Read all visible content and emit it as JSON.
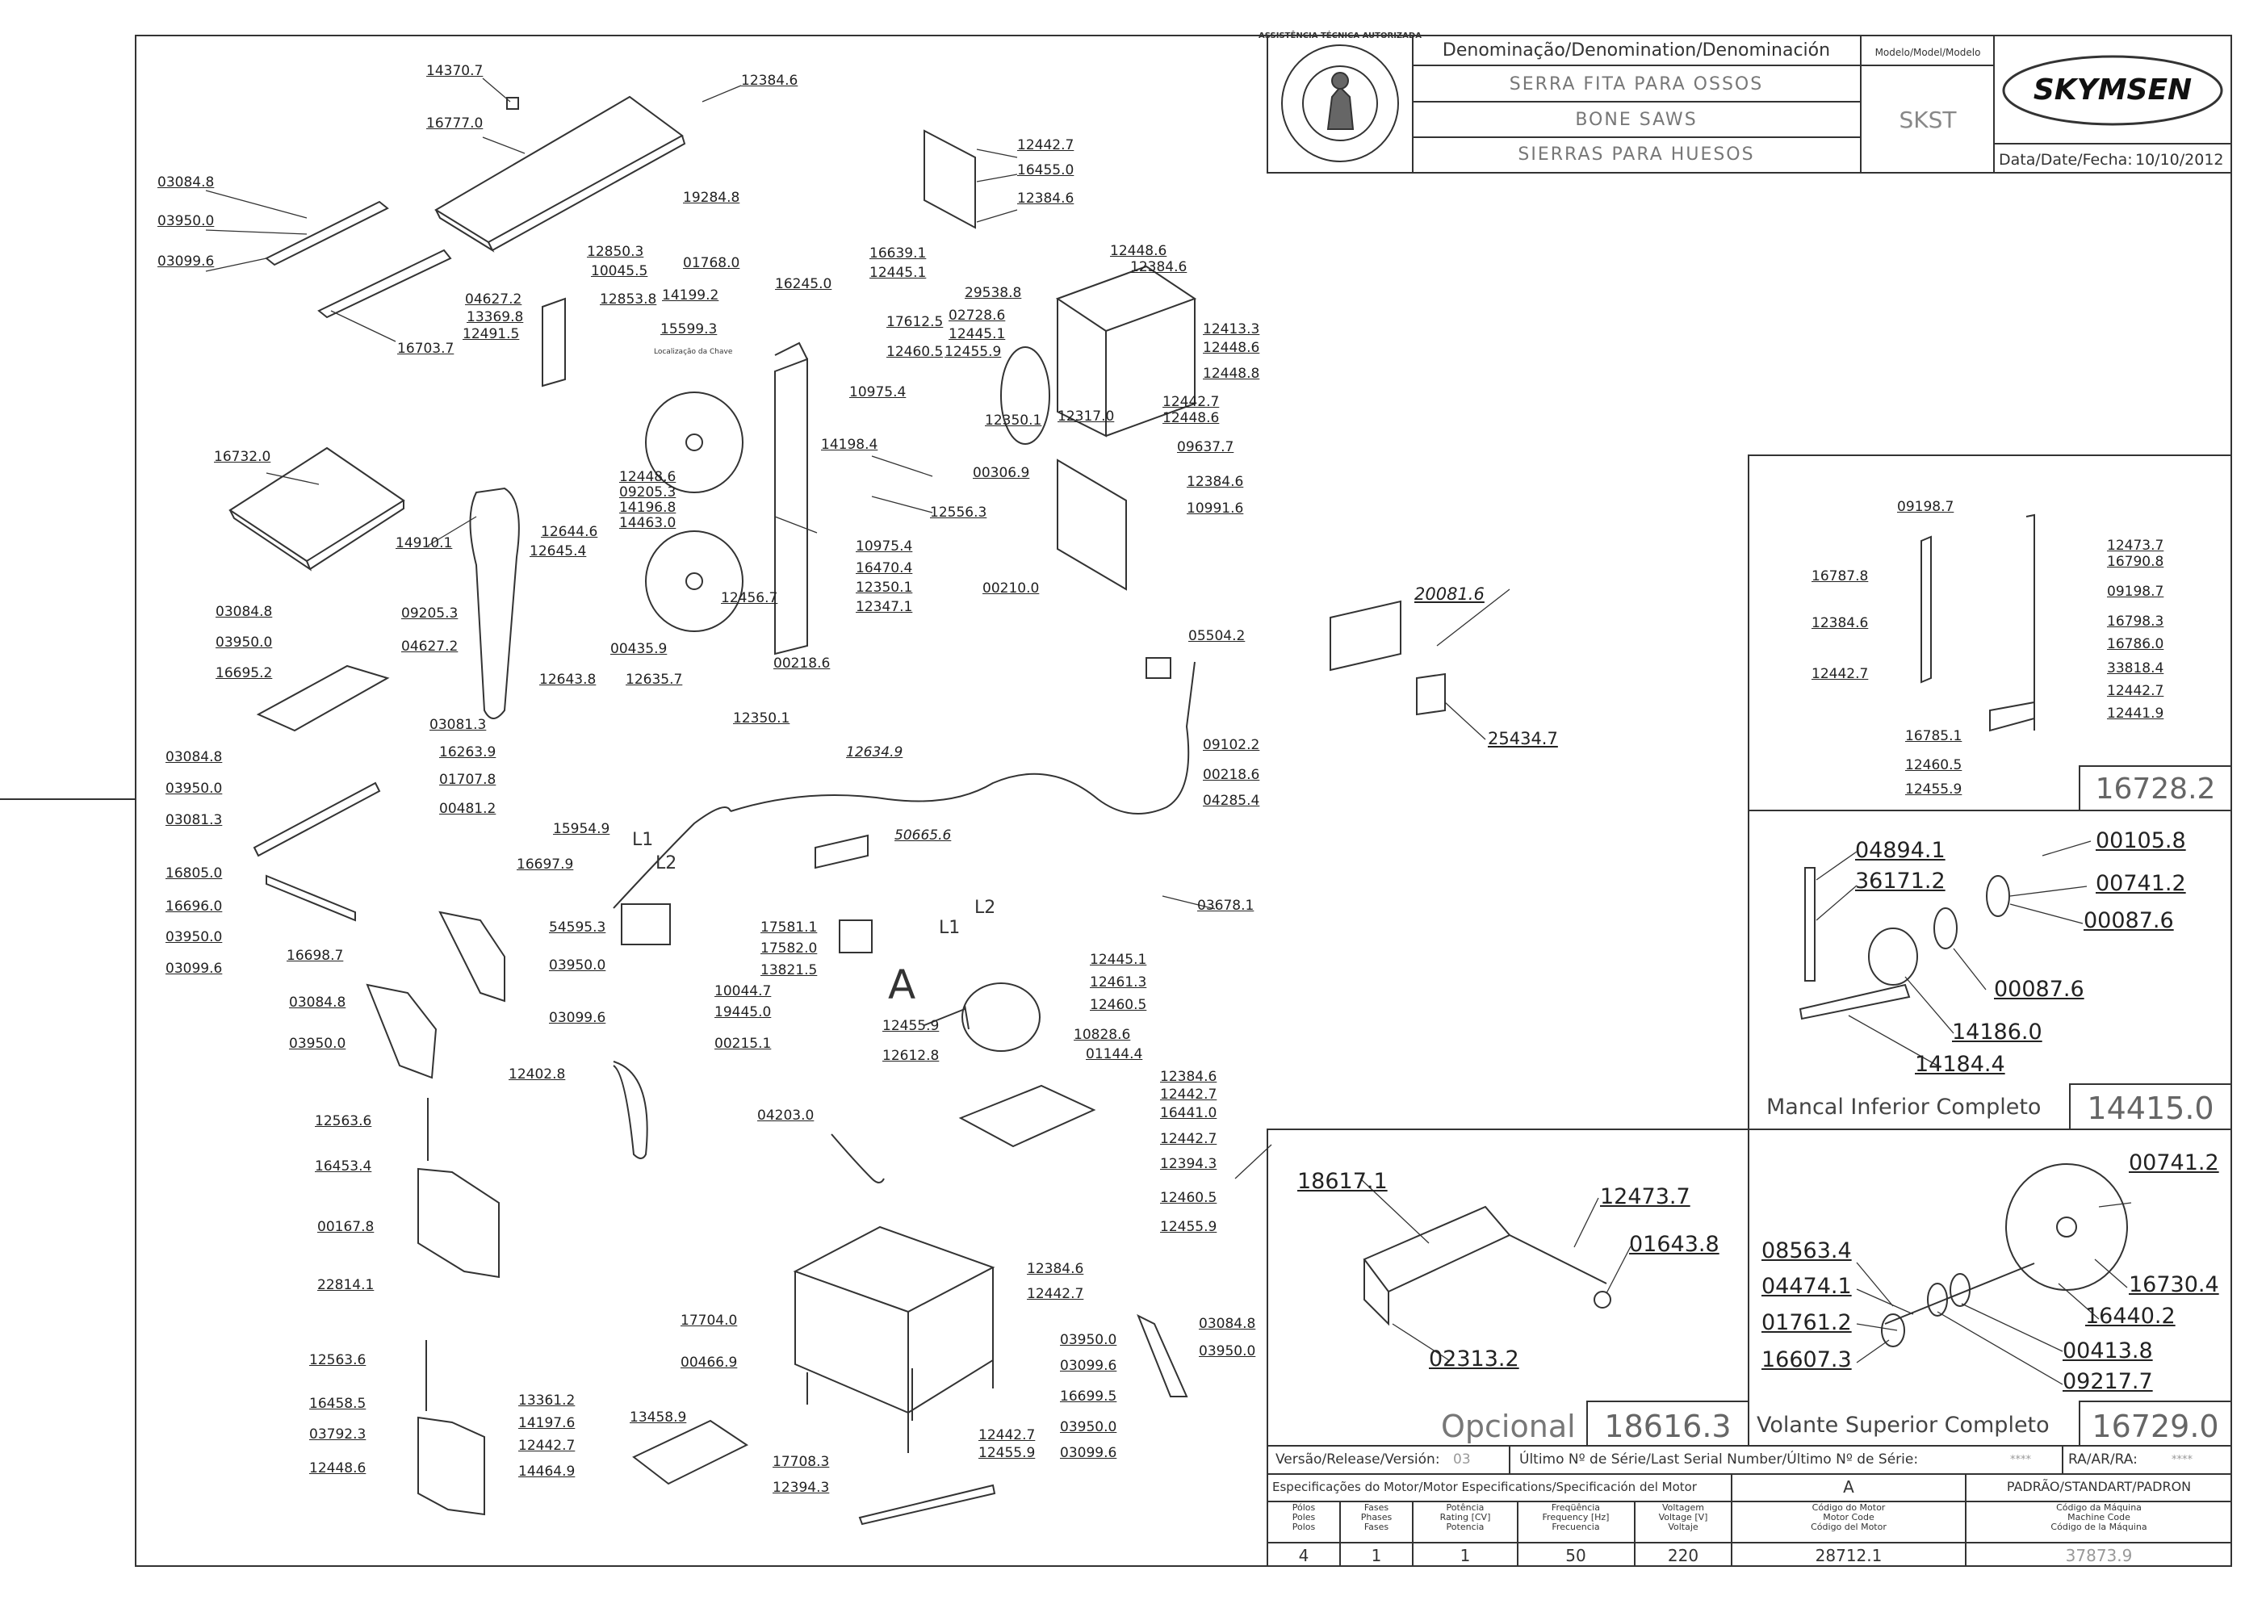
{
  "title_block": {
    "denomination_header": "Denominação/Denomination/Denominación",
    "model_header": "Modelo/Model/Modelo",
    "name_pt": "SERRA FITA PARA OSSOS",
    "name_en": "BONE SAWS",
    "name_es": "SIERRAS PARA HUESOS",
    "model": "SKST",
    "brand": "SKYMSEN",
    "date_label": "Data/Date/Fecha:",
    "date": "10/10/2012",
    "seal_text": "ASSISTÊNCIA TÉCNICA AUTORIZADA"
  },
  "bottom_table": {
    "version_label": "Versão/Release/Versión:",
    "version": "03",
    "serial_label": "Último Nº de Série/Last Serial Number/Último Nº de Série:",
    "serial": "****",
    "ra_label": "RA/AR/RA:",
    "ra": "****",
    "motor_spec_label": "Especificações do Motor/Motor Especifications/Specificación del Motor",
    "motor_type": "A",
    "standard_label": "PADRÃO/STANDART/PADRON",
    "headers": [
      "Pólos\nPoles\nPolos",
      "Fases\nPhases\nFases",
      "Potência\nRating [CV]\nPotencia",
      "Freqüência\nFrequency [Hz]\nFrecuencia",
      "Voltagem\nVoltage [V]\nVoltaje",
      "Código do Motor\nMotor Code\nCódigo del Motor",
      "Código da Máquina\nMachine Code\nCódigo de la Máquina"
    ],
    "values": [
      "4",
      "1",
      "1",
      "50",
      "220",
      "28712.1",
      "37873.9"
    ]
  },
  "assemblies": {
    "shaft_guide_code": "16728.2",
    "mancal_label": "Mancal Inferior Completo",
    "mancal_code": "14415.0",
    "optional_label": "Opcional",
    "optional_code": "18616.3",
    "volante_label": "Volante Superior Completo",
    "volante_code": "16729.0"
  },
  "part_labels": [
    "14370.7",
    "12384.6",
    "16777.0",
    "03084.8",
    "03950.0",
    "03099.6",
    "16703.7",
    "19284.8",
    "04627.2",
    "12850.3",
    "10045.5",
    "12853.8",
    "13369.8",
    "12491.5",
    "01768.0",
    "14199.2",
    "16245.0",
    "16639.1",
    "12445.1",
    "17612.5",
    "12460.5",
    "15599.3",
    "29538.8",
    "02728.6",
    "12445.1",
    "12455.9",
    "12448.6",
    "12384.6",
    "12442.7",
    "16455.0",
    "12384.6",
    "12413.3",
    "12448.6",
    "12448.8",
    "12442.7",
    "12448.6",
    "10975.4",
    "14198.4",
    "12350.1",
    "12317.0",
    "00306.9",
    "09637.7",
    "12384.6",
    "10991.6",
    "16732.0",
    "14910.1",
    "12448.6",
    "09205.3",
    "14196.8",
    "14463.0",
    "12644.6",
    "12645.4",
    "12556.3",
    "10975.4",
    "16470.4",
    "12350.1",
    "12347.1",
    "12456.7",
    "00435.9",
    "12643.8",
    "12635.7",
    "00218.6",
    "12350.1",
    "00210.0",
    "03084.8",
    "09205.3",
    "03950.0",
    "04627.2",
    "16695.2",
    "03081.3",
    "03084.8",
    "16263.9",
    "03950.0",
    "01707.8",
    "03081.3",
    "00481.2",
    "16805.0",
    "16696.0",
    "03950.0",
    "03099.6",
    "12634.9",
    "15954.9",
    "16697.9",
    "50665.6",
    "54595.3",
    "17581.1",
    "17582.0",
    "13821.5",
    "10044.7",
    "19445.0",
    "03950.0",
    "03099.6",
    "00215.1",
    "12445.1",
    "12461.3",
    "12460.5",
    "12455.9",
    "10828.6",
    "12612.8",
    "01144.4",
    "12384.6",
    "12442.7",
    "16441.0",
    "12442.7",
    "12394.3",
    "12460.5",
    "12455.9",
    "16698.7",
    "03084.8",
    "03950.0",
    "12402.8",
    "04203.0",
    "12563.6",
    "16453.4",
    "00167.8",
    "22814.1",
    "12384.6",
    "12442.7",
    "17704.0",
    "00466.9",
    "03950.0",
    "03099.6",
    "16699.5",
    "03084.8",
    "03950.0",
    "03950.0",
    "03099.6",
    "12442.7",
    "12455.9",
    "12563.6",
    "16458.5",
    "03792.3",
    "12448.6",
    "13361.2",
    "14197.6",
    "12442.7",
    "14464.9",
    "13458.9",
    "17708.3",
    "12394.3",
    "05504.2",
    "09102.2",
    "00218.6",
    "04285.4",
    "03678.1",
    "20081.6",
    "25434.7",
    "09198.7",
    "16787.8",
    "12473.7",
    "16790.8",
    "09198.7",
    "12384.6",
    "16798.3",
    "16786.0",
    "33818.4",
    "12442.7",
    "12442.7",
    "12441.9",
    "16785.1",
    "12460.5",
    "12455.9",
    "04894.1",
    "00105.8",
    "36171.2",
    "00741.2",
    "00087.6",
    "00087.6",
    "14186.0",
    "14184.4",
    "18617.1",
    "12473.7",
    "01643.8",
    "02313.2",
    "00741.2",
    "08563.4",
    "04474.1",
    "16730.4",
    "01761.2",
    "16440.2",
    "16607.3",
    "00413.8",
    "09217.7"
  ],
  "markers": [
    "L1",
    "L2",
    "L1",
    "L2",
    "A"
  ],
  "small_texts": [
    "Localização da Chave"
  ]
}
